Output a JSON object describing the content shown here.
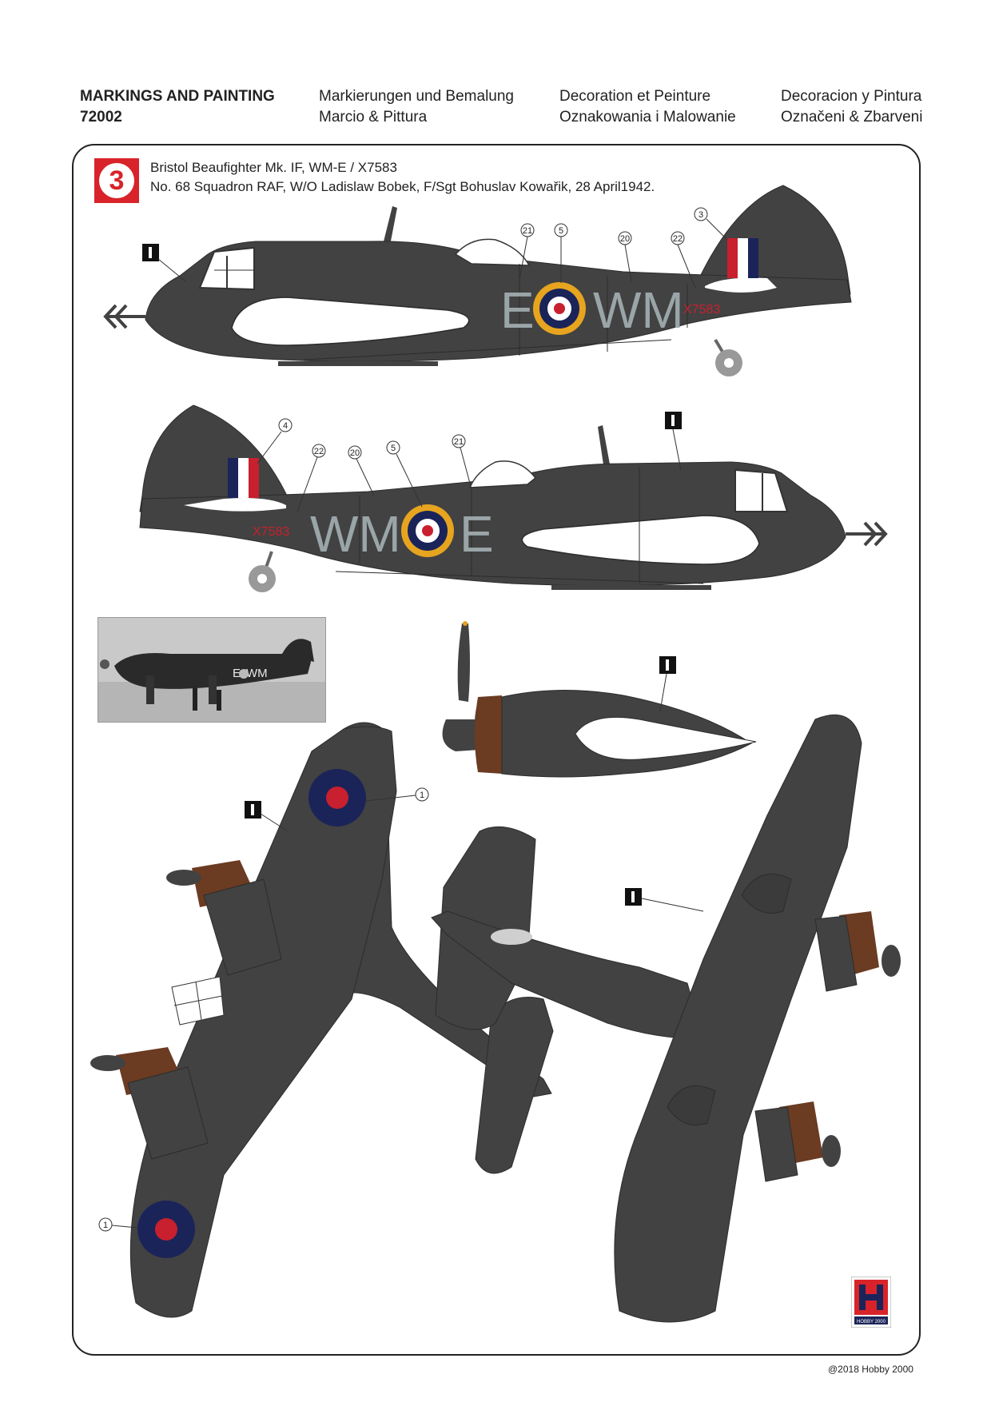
{
  "header": {
    "col1": {
      "line1": "MARKINGS AND PAINTING",
      "line2": "72002"
    },
    "col2": {
      "line1": "Markierungen und Bemalung",
      "line2": "Marcio & Pittura"
    },
    "col3": {
      "line1": "Decoration et Peinture",
      "line2": "Oznakowania i Malowanie"
    },
    "col4": {
      "line1": "Decoracion y Pintura",
      "line2": "Označeni & Zbarveni"
    }
  },
  "scheme": {
    "number": "3",
    "title_line1": "Bristol Beaufighter Mk. IF, WM-E / X7583",
    "title_line2": "No. 68 Squadron RAF, W/O Ladislaw Bobek, F/Sgt Bohuslav Kowařik, 28 April1942."
  },
  "markings": {
    "code_letter": "E",
    "squadron_code": "WM",
    "serial": "X7583",
    "paint_ref": "I",
    "callouts": {
      "c1": "1",
      "c3": "3",
      "c4": "4",
      "c5": "5",
      "c20": "20",
      "c21": "21",
      "c22": "22"
    }
  },
  "photo": {
    "code": "E",
    "squadron_code": "WM"
  },
  "logo": {
    "text": "HOBBY 2000",
    "letter": "H"
  },
  "footer": {
    "copyright": "@2018 Hobby 2000"
  },
  "colors": {
    "aircraft_dark": "#424242",
    "panel_line": "#2c2c2c",
    "code_grey": "#9aa5a8",
    "roundel_yellow": "#e6a41f",
    "roundel_blue": "#1b2459",
    "roundel_red": "#c8202e",
    "prop_brown": "#6b3b22",
    "badge_red": "#d8232a"
  }
}
